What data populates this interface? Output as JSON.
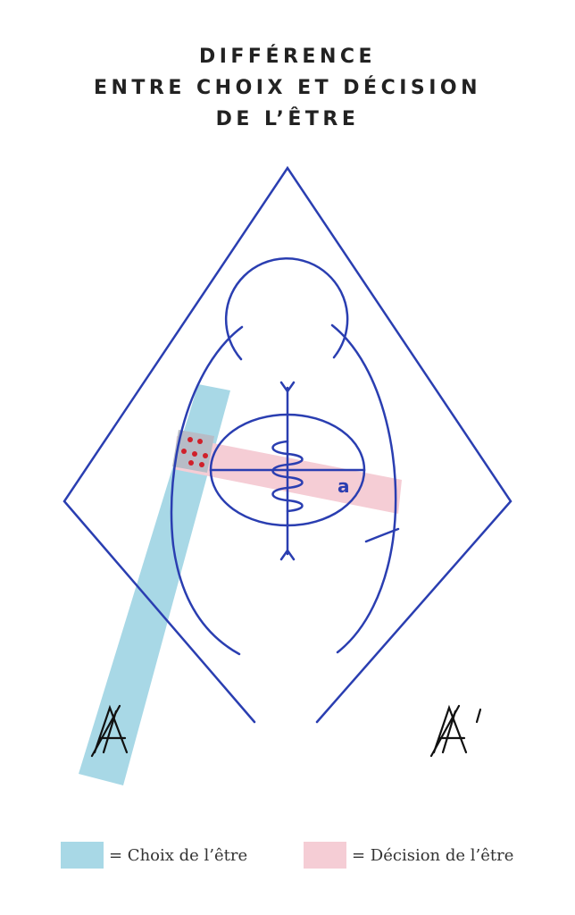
{
  "title": {
    "line1": "DIFFÉRENCE",
    "line2": "ENTRE CHOIX ET DÉCISION",
    "line3": "DE L’ÊTRE"
  },
  "diagram": {
    "label_a": "a",
    "symbol_left": "A̸",
    "symbol_right": "A̸′"
  },
  "legend": [
    {
      "color": "#a8d8e6",
      "label": "= Choix de l’être"
    },
    {
      "color": "#f5cdd5",
      "label": "= Décision de l’être"
    }
  ],
  "colors": {
    "stroke": "#2a3eb1",
    "dots": "#d0202a",
    "choice_band": "#a8d8e6",
    "decision_band": "#f5cdd5"
  }
}
